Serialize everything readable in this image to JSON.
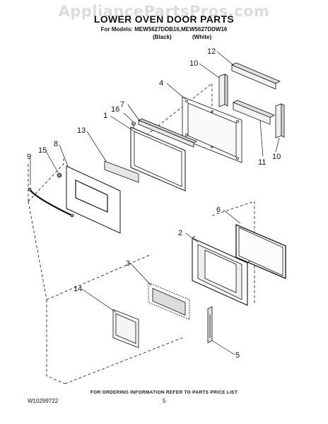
{
  "watermark": "AppliancePartsPros.com",
  "header": {
    "title": "LOWER OVEN DOOR PARTS",
    "models": "For Models: MEW5627DDB16,MEW5627DDW16",
    "variant_black": "(Black)",
    "variant_white": "(White)"
  },
  "callouts": {
    "c1": "1",
    "c2": "2",
    "c3": "3",
    "c4": "4",
    "c5": "5",
    "c6": "6",
    "c7": "7",
    "c8": "8",
    "c9": "9",
    "c10a": "10",
    "c10b": "10",
    "c11": "11",
    "c12": "12",
    "c13": "13",
    "c14": "14",
    "c15": "15",
    "c16": "16"
  },
  "footer": {
    "order_note": "FOR ORDERING INFORMATION REFER TO PARTS PRICE LIST",
    "doc_number": "W10299722",
    "page_number": "5"
  }
}
